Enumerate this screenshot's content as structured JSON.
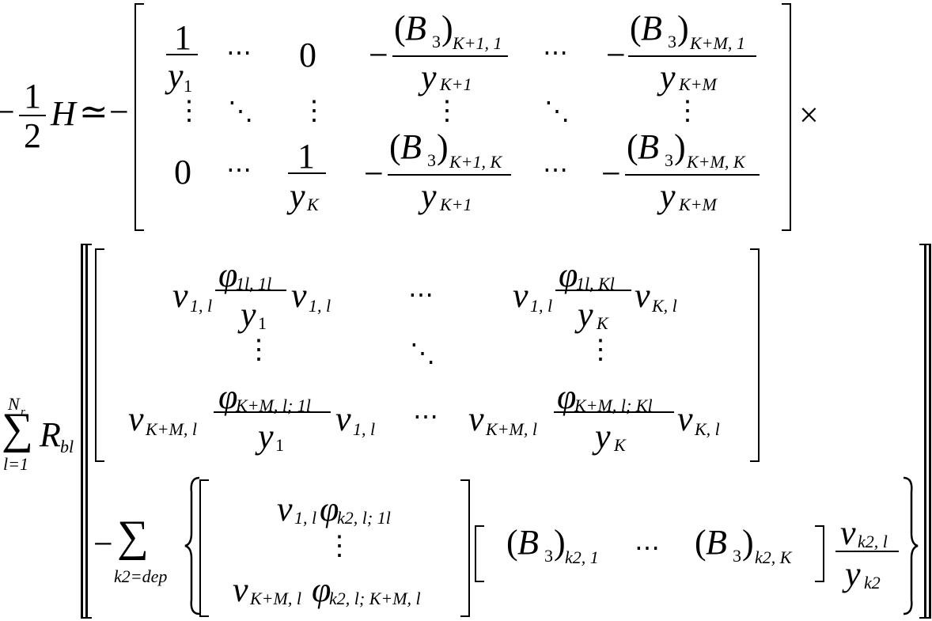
{
  "equation": {
    "lhs": {
      "minus": "−",
      "num": "1",
      "den": "2",
      "var": "H",
      "rel": "≃",
      "neg": "−",
      "times": "×"
    },
    "a": {
      "one": "1",
      "zero": "0",
      "hdots": "⋯",
      "vdots": "⋮",
      "ddots": "⋱",
      "minus": "−",
      "y": "y",
      "sub1": "1",
      "subK": "K",
      "subK1": "K+1",
      "subKM": "K+M",
      "B": "B",
      "sub3": "3",
      "idx_K1_1": "K+1, 1",
      "idx_KM_1": "K+M, 1",
      "idx_K1_K": "K+1, K",
      "idx_KM_K": "K+M, K"
    },
    "b": {
      "sum": "∑",
      "sum_top": "N",
      "sum_top_sub": "r",
      "sum_bot": "l=1",
      "R": "R",
      "R_sub": "bl",
      "nu": "ν",
      "phi": "φ",
      "y": "y",
      "nu_1l": "1, l",
      "nu_Kl": "K, l",
      "nu_KMl": "K+M, l",
      "phi_11_11": "1l, 1l",
      "phi_11_Kl": "1l, Kl",
      "phi_KM_1l": "K+M, l; 1l",
      "phi_KM_Kl": "K+M, l; Kl",
      "y_1": "1",
      "y_K": "K",
      "hdots": "⋯",
      "vdots": "⋮",
      "ddots": "⋱"
    },
    "c": {
      "minus": "−",
      "sum": "∑",
      "sum_bot": "k2=dep",
      "nu": "ν",
      "phi": "φ",
      "nu_1l": "1, l",
      "phi_k2_1l": "k2, l; 1l",
      "nu_KMl": "K+M, l",
      "phi_k2_KMl": "k2, l; K+M, l",
      "vdots": "⋮",
      "hdots": "⋯",
      "B": "B",
      "sub3": "3",
      "idx_k2_1": "k2, 1",
      "idx_k2_K": "k2, K",
      "frac_num_sub": "k2, l",
      "frac_den": "y",
      "frac_den_sub": "k2"
    }
  }
}
